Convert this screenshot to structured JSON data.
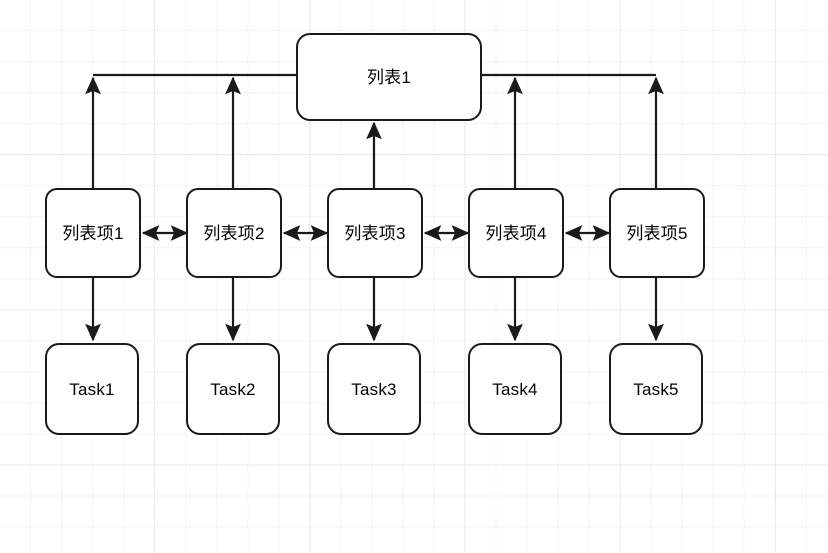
{
  "diagram": {
    "title_node": {
      "label": "列表1",
      "name": "list-root-node"
    },
    "list_items": [
      {
        "label": "列表项1"
      },
      {
        "label": "列表项2"
      },
      {
        "label": "列表项3"
      },
      {
        "label": "列表项4"
      },
      {
        "label": "列表项5"
      }
    ],
    "tasks": [
      {
        "label": "Task1"
      },
      {
        "label": "Task2"
      },
      {
        "label": "Task3"
      },
      {
        "label": "Task4"
      },
      {
        "label": "Task5"
      }
    ],
    "colors": {
      "node_border": "#1a1a1a",
      "node_fill": "#ffffff",
      "connector": "#1a1a1a",
      "grid_minor": "#f4f4f4",
      "grid_major": "#e9e9e9",
      "text": "#000000",
      "canvas": "#ffffff"
    },
    "connector_types": {
      "list_item_to_root": "arrow-up-single",
      "between_list_items": "arrow-double-horizontal",
      "list_item_to_task": "arrow-down-single"
    }
  }
}
